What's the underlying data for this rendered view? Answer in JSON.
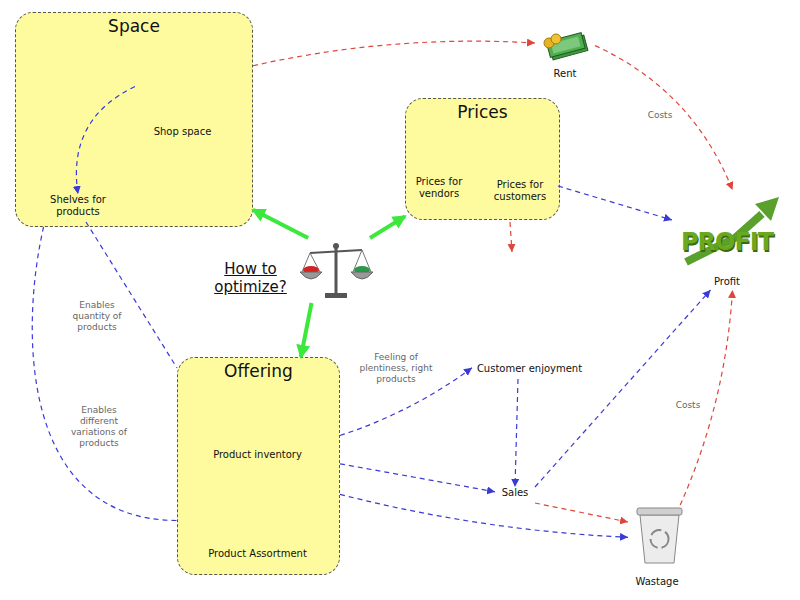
{
  "diagram": {
    "nodes": [
      {
        "text": [
          "Space"
        ]
      },
      {
        "text": [
          "Shop space"
        ],
        "in": 0
      },
      {
        "text": [
          "Shelves for products"
        ],
        "in": 0
      },
      {
        "text": [
          "Prices"
        ]
      },
      {
        "text": [
          "Prices for vendors"
        ],
        "in": 3
      },
      {
        "text": [
          "Prices for customers"
        ],
        "in": 3
      },
      {
        "text": [
          "How to optimize?"
        ]
      },
      {
        "text": [
          "Offering"
        ]
      },
      {
        "text": [
          "Product inventory"
        ],
        "in": 7
      },
      {
        "text": [
          "Product Assortment"
        ],
        "in": 7
      },
      {
        "text": [
          "Rent"
        ]
      },
      {
        "text": [
          "PROFIT",
          "Profit"
        ]
      },
      {
        "text": [
          "Customer enjoyment"
        ]
      },
      {
        "text": [
          "Sales"
        ]
      },
      {
        "text": [
          "Wastage"
        ]
      }
    ],
    "edges": [
      {
        "from": 0,
        "to": 10,
        "arrow": "to"
      },
      {
        "from": 10,
        "to": 11,
        "label": "Costs",
        "arrow": "to"
      },
      {
        "from": 1,
        "to": 2,
        "arrow": "to"
      },
      {
        "from": 5,
        "to": 11,
        "arrow": "to"
      },
      {
        "from": 6,
        "to": 0,
        "arrow": "to"
      },
      {
        "from": 6,
        "to": 3,
        "arrow": "to"
      },
      {
        "from": 6,
        "to": 7,
        "arrow": "to"
      },
      {
        "from": 2,
        "to": 7,
        "label": "Enables quantity of products",
        "arrow": "none"
      },
      {
        "from": 0,
        "to": 7,
        "label": "Enables different variations of products",
        "arrow": "none"
      },
      {
        "from": 7,
        "to": 12,
        "label": "Feeling of plentiness, right products",
        "arrow": "to"
      },
      {
        "from": 12,
        "to": 13,
        "arrow": "to"
      },
      {
        "from": 7,
        "to": 13,
        "arrow": "to"
      },
      {
        "from": 13,
        "to": 11,
        "arrow": "to"
      },
      {
        "from": 13,
        "to": 14,
        "arrow": "to"
      },
      {
        "from": 7,
        "to": 14,
        "arrow": "to"
      },
      {
        "from": 14,
        "to": 11,
        "label": "Costs",
        "arrow": "to"
      }
    ]
  }
}
